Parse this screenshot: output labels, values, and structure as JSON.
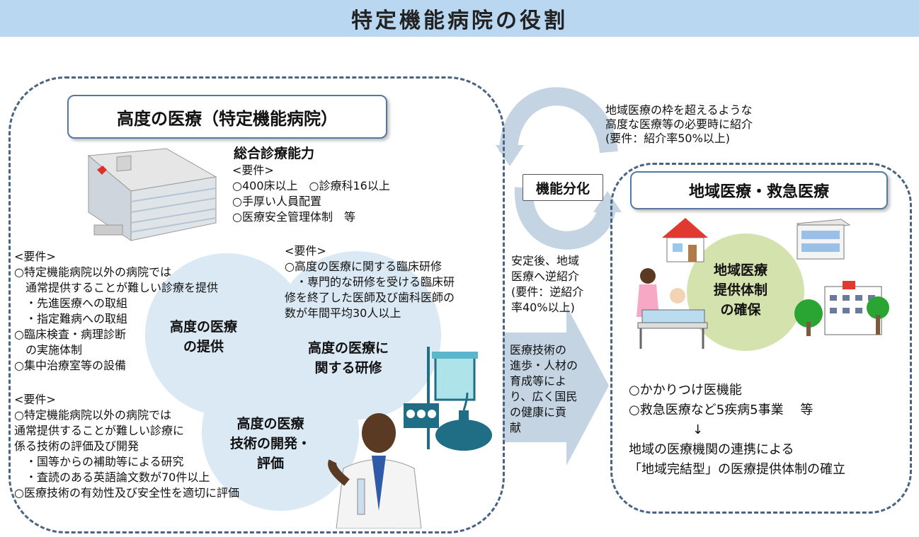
{
  "header": {
    "title": "特定機能病院の役割"
  },
  "left_panel": {
    "title": "高度の医療（特定機能病院）",
    "general": {
      "heading": "総合診療能力",
      "requirements": "<要件>\n○400床以上　○診療科16以上\n○手厚い人員配置\n○医療安全管理体制　等"
    },
    "provision": {
      "label": "高度の医療\nの提供",
      "requirements": "<要件>\n○特定機能病院以外の病院では\n　通常提供することが難しい診療を提供\n　・先進医療への取組\n　・指定難病への取組\n○臨床検査・病理診断\n　の実施体制\n○集中治療室等の設備"
    },
    "training": {
      "label": "高度の医療に\n関する研修",
      "requirements": "<要件>\n○高度の医療に関する臨床研修\n　・専門的な研修を受ける臨床研\n修を終了した医師及び歯科医師の\n数が年間平均30人以上"
    },
    "development": {
      "label": "高度の医療\n技術の開発・\n評価",
      "requirements": "<要件>\n○特定機能病院以外の病院では\n通常提供することが難しい診療に\n係る技術の評価及び開発\n　・国等からの補助等による研究\n　・査読のある英語論文数が70件以上\n○医療技術の有効性及び安全性を適切に評価"
    }
  },
  "middle": {
    "function_label": "機能分化",
    "referral_text": "地域医療の枠を超えるような\n高度な医療等の必要時に紹介\n(要件：紹介率50%以上)",
    "reverse_referral_text": "安定後、地域\n医療へ逆紹介\n(要件：逆紹介\n率40%以上)",
    "contribution_text": "医療技術の\n進歩・人材の\n育成等によ\nり、広く国民\nの健康に貢\n献"
  },
  "right_panel": {
    "title": "地域医療・救急医療",
    "circle_label": "地域医療\n提供体制\nの確保",
    "items": "○かかりつけ医機能\n○救急医療など5疾病5事業　 等\n　　　　　↓\n地域の医療機関の連携による\n「地域完結型」の医療提供体制の確立"
  },
  "colors": {
    "title_band": "#b9d7f0",
    "circle_blue": "#dbe9f5",
    "circle_green": "#d4e3ad",
    "frame_dash": "#4a6383",
    "box_border": "#5578a2"
  }
}
